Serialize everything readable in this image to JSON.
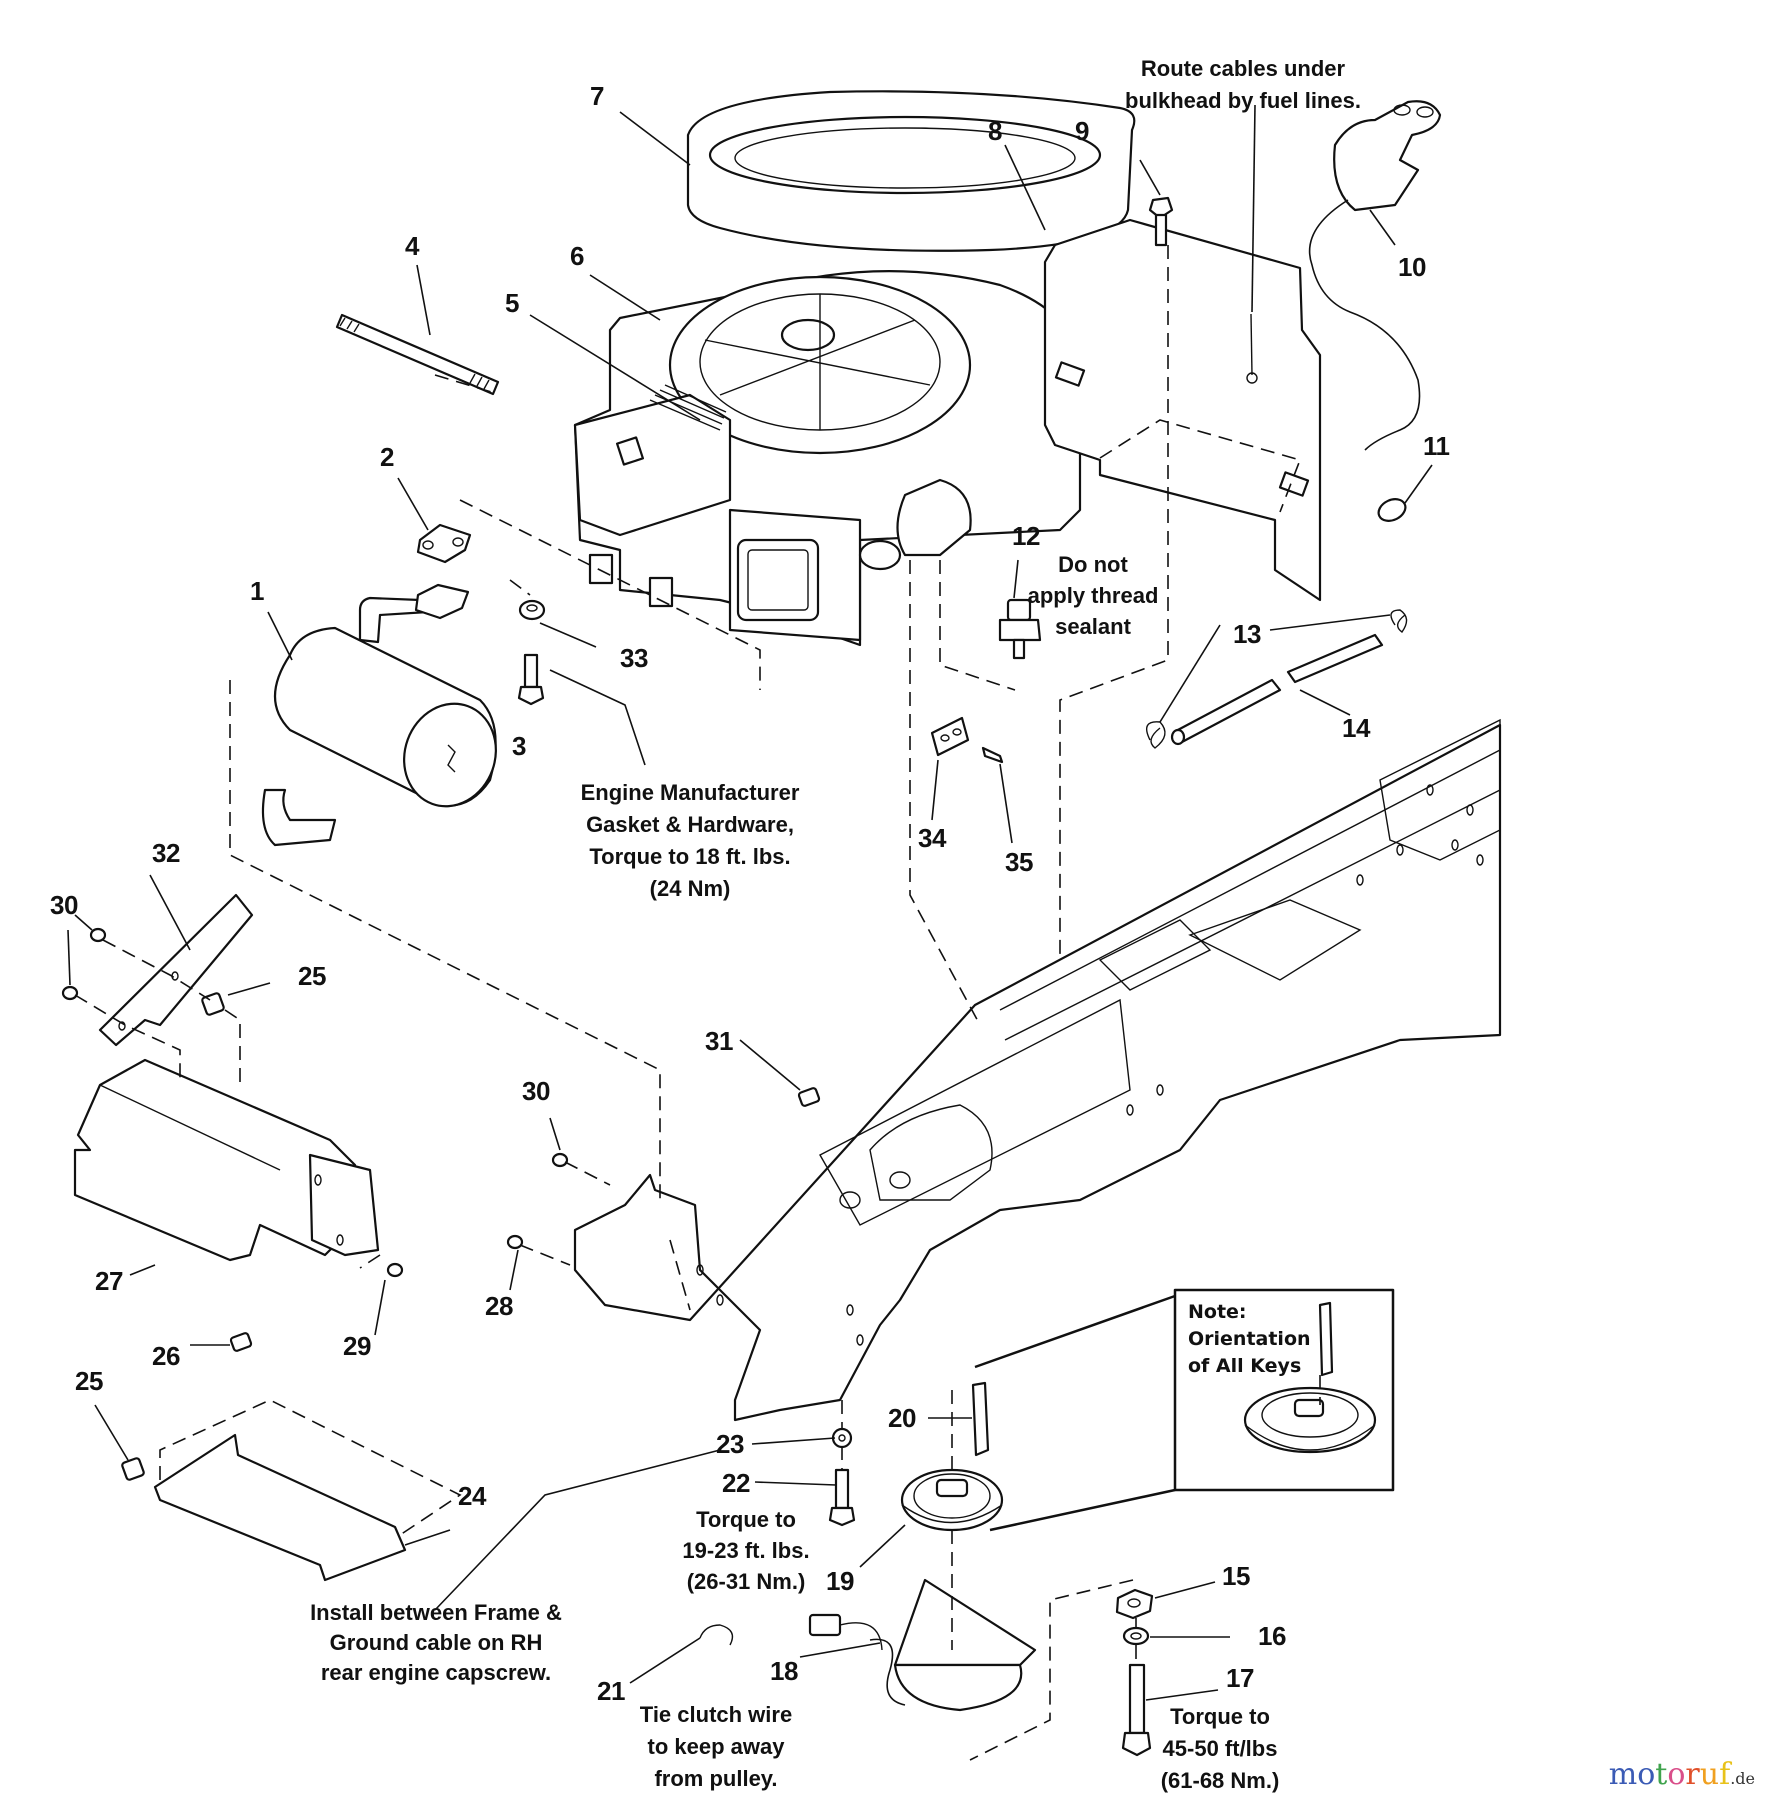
{
  "diagram": {
    "type": "exploded-parts-diagram",
    "subject": "Lawn tractor engine, exhaust, frame and electric PTO clutch assembly",
    "callouts": [
      {
        "id": "1",
        "label": "1"
      },
      {
        "id": "2",
        "label": "2"
      },
      {
        "id": "3",
        "label": "3"
      },
      {
        "id": "4",
        "label": "4"
      },
      {
        "id": "5",
        "label": "5"
      },
      {
        "id": "6",
        "label": "6"
      },
      {
        "id": "7",
        "label": "7"
      },
      {
        "id": "8",
        "label": "8"
      },
      {
        "id": "9",
        "label": "9"
      },
      {
        "id": "10",
        "label": "10"
      },
      {
        "id": "11",
        "label": "11"
      },
      {
        "id": "12",
        "label": "12"
      },
      {
        "id": "13",
        "label": "13"
      },
      {
        "id": "14",
        "label": "14"
      },
      {
        "id": "15",
        "label": "15"
      },
      {
        "id": "16",
        "label": "16"
      },
      {
        "id": "17",
        "label": "17"
      },
      {
        "id": "18",
        "label": "18"
      },
      {
        "id": "19",
        "label": "19"
      },
      {
        "id": "20",
        "label": "20"
      },
      {
        "id": "21",
        "label": "21"
      },
      {
        "id": "22",
        "label": "22"
      },
      {
        "id": "23",
        "label": "23"
      },
      {
        "id": "24",
        "label": "24"
      },
      {
        "id": "25a",
        "label": "25"
      },
      {
        "id": "25b",
        "label": "25"
      },
      {
        "id": "26",
        "label": "26"
      },
      {
        "id": "27",
        "label": "27"
      },
      {
        "id": "28",
        "label": "28"
      },
      {
        "id": "29",
        "label": "29"
      },
      {
        "id": "30a",
        "label": "30"
      },
      {
        "id": "30b",
        "label": "30"
      },
      {
        "id": "31",
        "label": "31"
      },
      {
        "id": "32",
        "label": "32"
      },
      {
        "id": "33",
        "label": "33"
      },
      {
        "id": "34",
        "label": "34"
      },
      {
        "id": "35",
        "label": "35"
      }
    ],
    "notes": {
      "route_cables": [
        "Route cables under",
        "bulkhead by fuel lines."
      ],
      "thread_sealant": [
        "Do not",
        "apply thread",
        "sealant"
      ],
      "engine_hardware": [
        "Engine Manufacturer",
        "Gasket & Hardware,",
        "Torque to 18 ft. lbs.",
        "(24 Nm)"
      ],
      "torque_22": [
        "Torque to",
        "19-23 ft. lbs.",
        "(26-31 Nm.)"
      ],
      "ground_cable": [
        "Install between Frame &",
        "Ground cable on RH",
        "rear engine capscrew."
      ],
      "clutch_wire": [
        "Tie clutch wire",
        "to keep away",
        "from pulley."
      ],
      "torque_17": [
        "Torque to",
        "45-50 ft/lbs",
        "(61-68 Nm.)"
      ],
      "keys_box": [
        "Note:",
        "Orientation",
        "of All Keys"
      ]
    }
  },
  "watermark": {
    "letters": [
      "m",
      "o",
      "t",
      "o",
      "r",
      "u",
      "f"
    ],
    "colors": [
      "#3b5bb5",
      "#3b5bb5",
      "#3fa34d",
      "#d94f8a",
      "#e0502a",
      "#f0a020",
      "#e8c21a"
    ],
    "tld": ".de"
  }
}
